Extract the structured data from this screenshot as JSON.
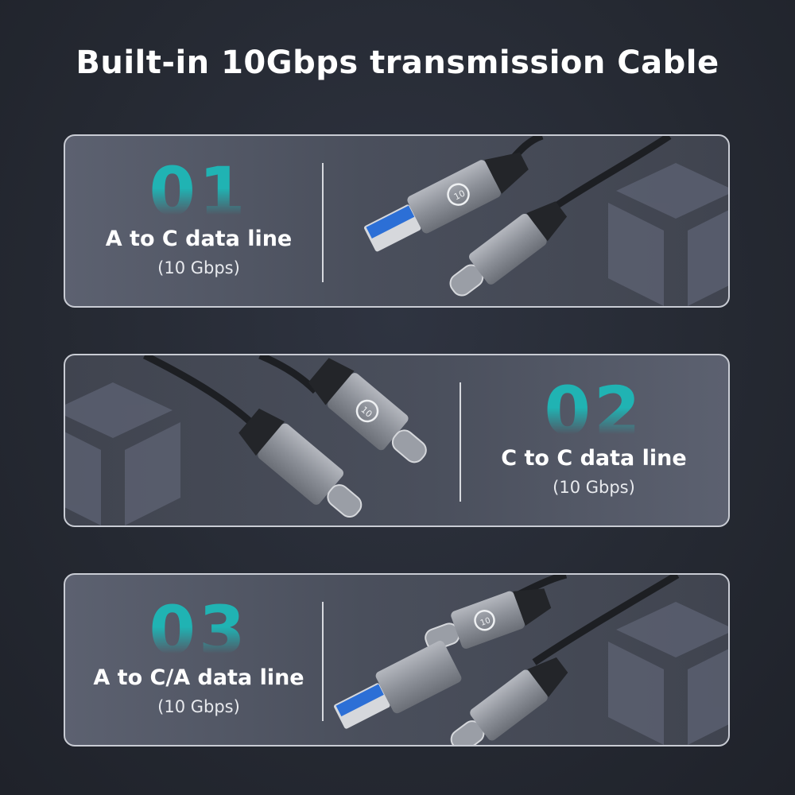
{
  "title": "Built-in 10Gbps transmission Cable",
  "cards": [
    {
      "number": "01",
      "label": "A to C data line",
      "speed": "(10 Gbps)"
    },
    {
      "number": "02",
      "label": "C to C data line",
      "speed": "(10 Gbps)"
    },
    {
      "number": "03",
      "label": "A to C/A data line",
      "speed": "(10 Gbps)"
    }
  ],
  "colors": {
    "accent": "#20b3b3",
    "background": "#2a2e37",
    "card_border": "#c9ccd4",
    "usb_blue": "#2c6fd6"
  },
  "icons": [
    "cube-watermark-icon",
    "usb-a-connector-icon",
    "usb-c-connector-icon",
    "speed-10-logo-icon"
  ]
}
